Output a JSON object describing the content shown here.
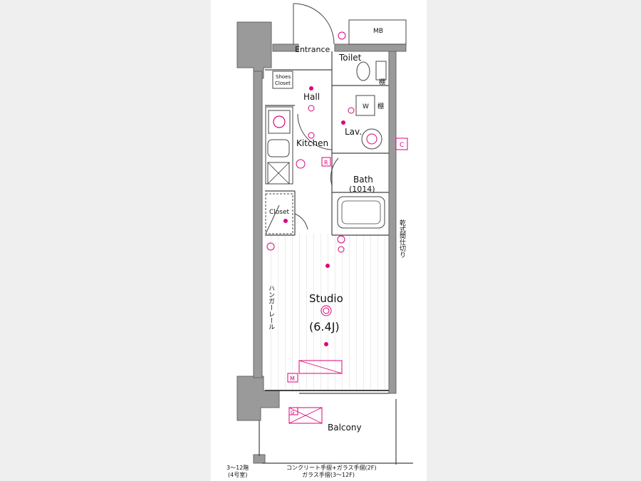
{
  "labels": {
    "mb": "MB",
    "entrance": "Entrance",
    "toilet": "Toilet",
    "shelf1": "棚",
    "shoes_line1": "Shoes",
    "shoes_line2": "Closet",
    "hall": "Hall",
    "w": "W",
    "shelf2": "棚",
    "lav": "Lav.",
    "c": "C",
    "kitchen": "Kitchen",
    "r": "R",
    "bath": "Bath",
    "bath_size": "(1014)",
    "closet": "Closet",
    "partition": "乾式間仕切り",
    "hanger_rail": "ハンガーレール",
    "studio": "Studio",
    "studio_size": "(6.4J)",
    "m": "M",
    "g": "G",
    "balcony": "Balcony",
    "floors_note": "3～12階",
    "unit_note": "(4号室)",
    "railing_note_1": "コンクリート手摺+ガラス手摺(2F)",
    "railing_note_2": "ガラス手摺(3～12F)"
  },
  "colors": {
    "accent": "#e0007a",
    "wall": "#9a9a9a",
    "line": "#444444"
  }
}
